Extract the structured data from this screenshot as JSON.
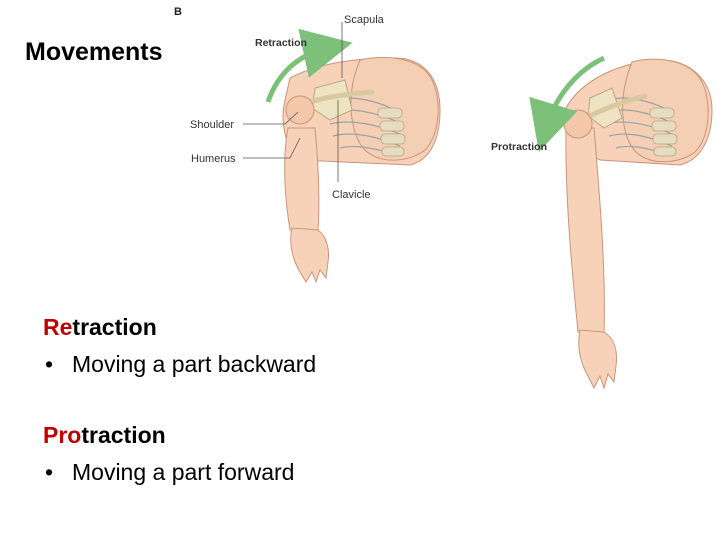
{
  "slide": {
    "title": "Movements"
  },
  "figure": {
    "panel_letter": "B",
    "labels": {
      "scapula": "Scapula",
      "retraction": "Retraction",
      "shoulder": "Shoulder",
      "humerus": "Humerus",
      "clavicle": "Clavicle",
      "protraction": "Protraction"
    },
    "colors": {
      "skin": "#f7d2b8",
      "skin_outline": "#c9957a",
      "bone": "#efe4c2",
      "bone_shade": "#d9c9a0",
      "rib": "#cfd3d6",
      "arrow": "#7cc07a"
    }
  },
  "definitions": [
    {
      "prefix": "Re",
      "rest": "traction",
      "bullet_symbol": "•",
      "description": "Moving a part backward"
    },
    {
      "prefix": "Pro",
      "rest": "traction",
      "bullet_symbol": "•",
      "description": "Moving  a part forward"
    }
  ],
  "accent_color": "#c00000"
}
